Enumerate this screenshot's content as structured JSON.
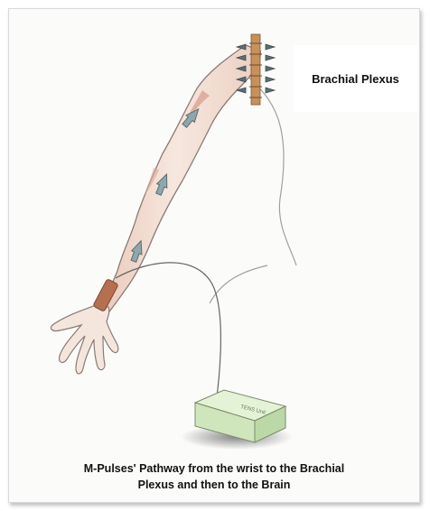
{
  "figure": {
    "label": "Brachial Plexus",
    "caption_line1": "M-Pulses' Pathway from the wrist to the Brachial",
    "caption_line2": "Plexus and then to the Brain",
    "device_label": "TENS Unit",
    "colors": {
      "skin": "#f3e2d8",
      "skin_shade": "#d9a898",
      "arm_outline": "#8a7a74",
      "arrow_fill": "#8fa6ad",
      "electrode": "#b5704f",
      "device_fill": "#d9ecc6",
      "spine": "#c8905a"
    }
  }
}
